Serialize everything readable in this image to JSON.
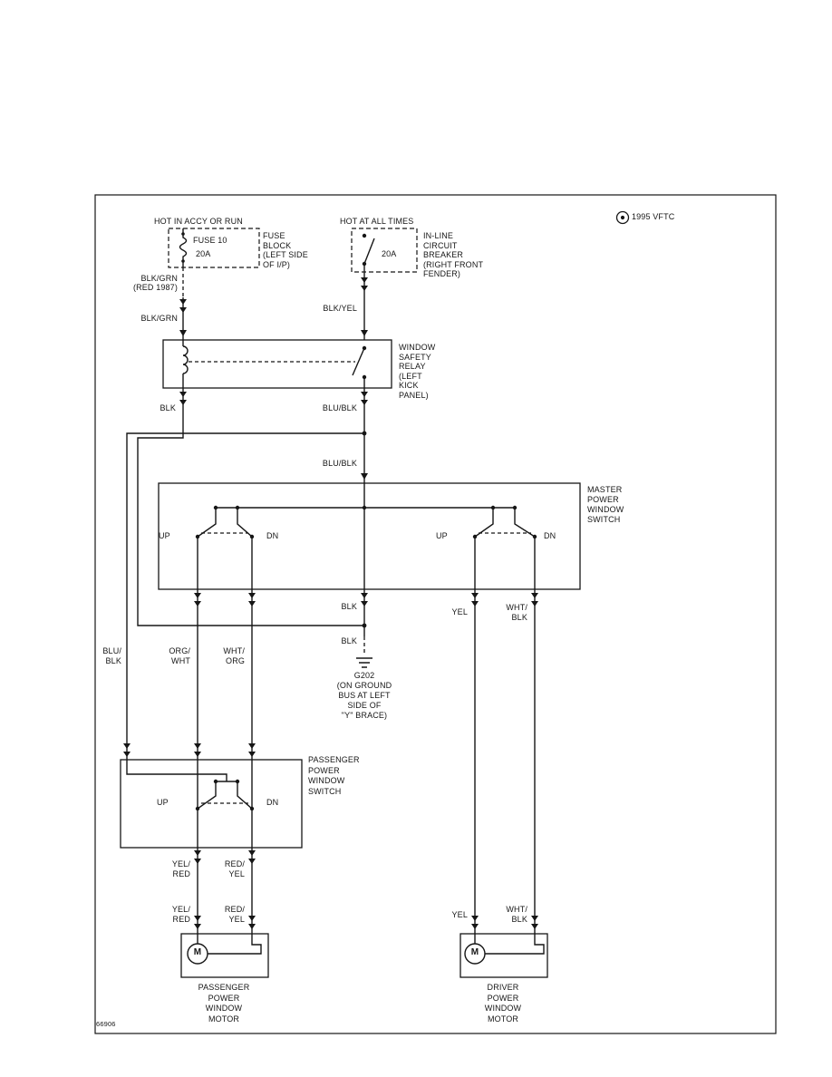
{
  "meta": {
    "copyright": "1995 VFTC",
    "sheet_number": "66906"
  },
  "sources": {
    "fuse": {
      "header": "HOT IN ACCY OR RUN",
      "name": "FUSE 10",
      "rating": "20A",
      "location": [
        "FUSE",
        "BLOCK",
        "(LEFT SIDE",
        "OF I/P)"
      ]
    },
    "breaker": {
      "header": "HOT AT ALL TIMES",
      "rating": "20A",
      "location": [
        "IN-LINE",
        "CIRCUIT",
        "BREAKER",
        "(RIGHT FRONT",
        "FENDER)"
      ]
    }
  },
  "relay": {
    "location": [
      "WINDOW",
      "SAFETY",
      "RELAY",
      "(LEFT",
      "KICK",
      "PANEL)"
    ]
  },
  "master_switch": {
    "label": [
      "MASTER",
      "POWER",
      "WINDOW",
      "SWITCH"
    ],
    "up": "UP",
    "dn": "DN"
  },
  "passenger_switch": {
    "label": [
      "PASSENGER",
      "POWER",
      "WINDOW",
      "SWITCH"
    ],
    "up": "UP",
    "dn": "DN"
  },
  "ground": {
    "label": [
      "G202",
      "(ON GROUND",
      "BUS AT LEFT",
      "SIDE OF",
      "\"Y\" BRACE)"
    ]
  },
  "motors": {
    "symbol": "M",
    "passenger": [
      "PASSENGER",
      "POWER",
      "WINDOW",
      "MOTOR"
    ],
    "driver": [
      "DRIVER",
      "POWER",
      "WINDOW",
      "MOTOR"
    ]
  },
  "wires": {
    "blk_grn_a": "BLK/GRN",
    "blk_grn_note": "(RED 1987)",
    "blk_grn_b": "BLK/GRN",
    "blk_yel": "BLK/YEL",
    "blk_relay": "BLK",
    "blu_blk_a": "BLU/BLK",
    "blu_blk_b": "BLU/BLK",
    "blk_master": "BLK",
    "blk_ground": "BLK",
    "yel_a": "YEL",
    "yel_b": "YEL",
    "wht_blk_a": [
      "WHT/",
      "BLK"
    ],
    "wht_blk_b": [
      "WHT/",
      "BLK"
    ],
    "blu_blk_v": [
      "BLU/",
      "BLK"
    ],
    "org_wht": [
      "ORG/",
      "WHT"
    ],
    "wht_org": [
      "WHT/",
      "ORG"
    ],
    "yel_red_a": [
      "YEL/",
      "RED"
    ],
    "yel_red_b": [
      "YEL/",
      "RED"
    ],
    "red_yel_a": [
      "RED/",
      "YEL"
    ],
    "red_yel_b": [
      "RED/",
      "YEL"
    ]
  }
}
